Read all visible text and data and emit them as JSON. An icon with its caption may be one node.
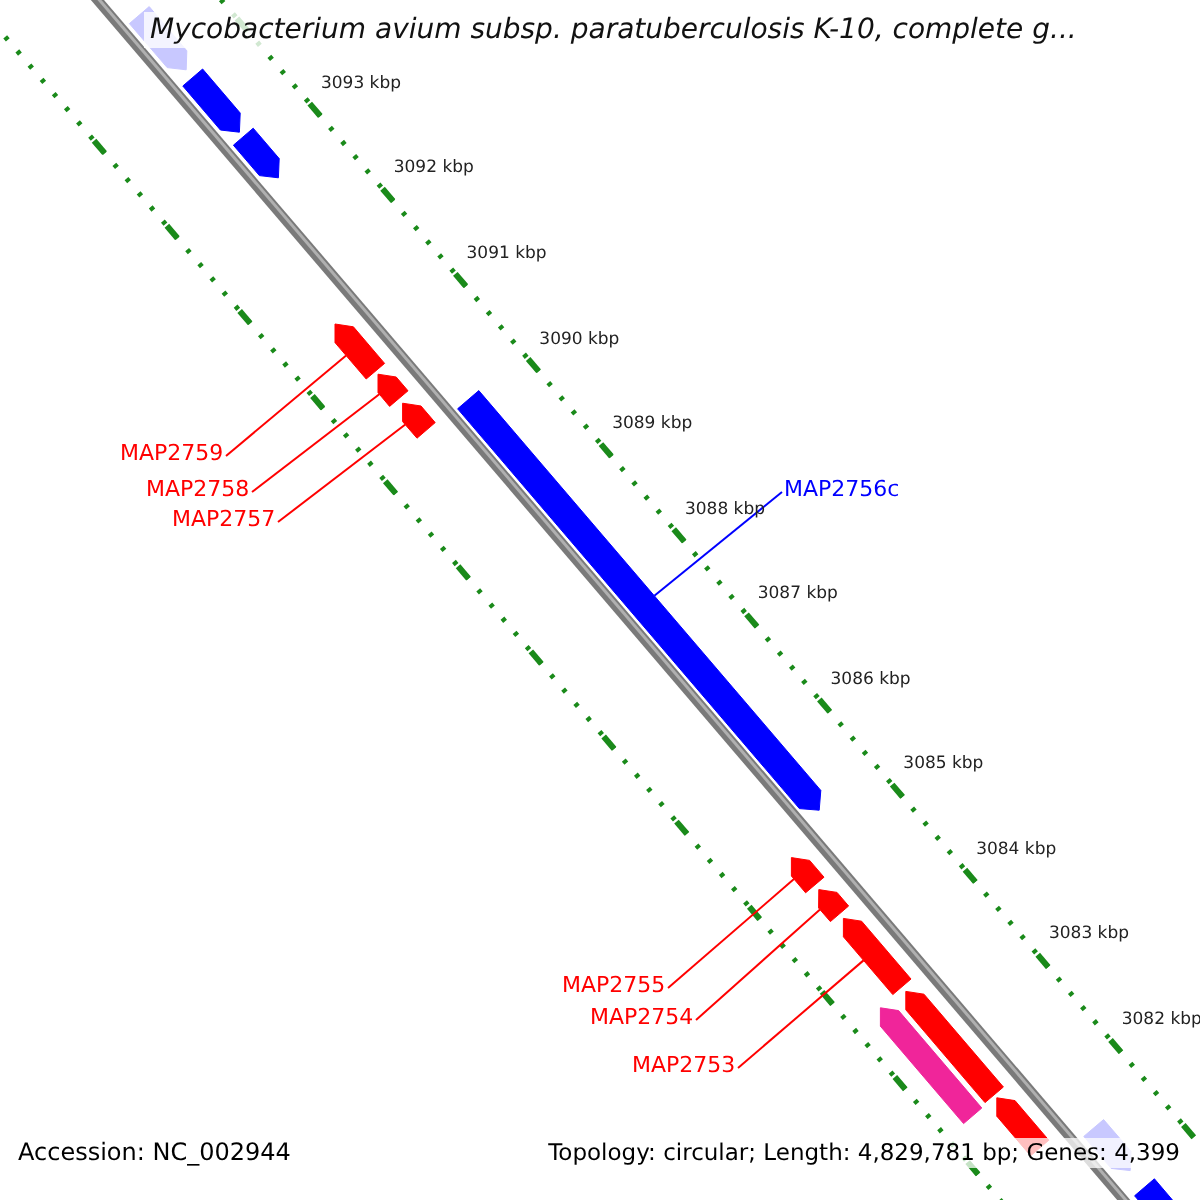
{
  "diagram": {
    "title": "Mycobacterium avium subsp. paratuberculosis K-10, complete g...",
    "nodes": [
      {
        "text": [
          "MAP2759"
        ]
      },
      {
        "text": [
          "MAP2758"
        ]
      },
      {
        "text": [
          "MAP2757"
        ]
      },
      {
        "text": [
          "MAP2756c"
        ]
      },
      {
        "text": [
          "MAP2755"
        ]
      },
      {
        "text": [
          "MAP2754"
        ]
      },
      {
        "text": [
          "MAP2753"
        ]
      },
      {
        "text": [],
        "shape": "box"
      },
      {
        "text": [],
        "shape": "box"
      },
      {
        "text": [],
        "shape": "box"
      },
      {
        "text": [],
        "shape": "box"
      },
      {
        "text": [],
        "shape": "box"
      },
      {
        "text": [],
        "shape": "box"
      },
      {
        "text": [],
        "shape": "box"
      },
      {
        "text": [],
        "shape": "box"
      },
      {
        "text": [],
        "shape": "box"
      },
      {
        "text": [],
        "shape": "box"
      },
      {
        "text": [],
        "shape": "box"
      },
      {
        "text": [],
        "shape": "box"
      },
      {
        "text": [],
        "shape": "box"
      },
      {
        "text": [],
        "shape": "box"
      },
      {
        "text": [],
        "shape": "box"
      }
    ],
    "edges": [
      {
        "from": 0,
        "to": 10,
        "arrow": "none"
      },
      {
        "from": 1,
        "to": 11,
        "arrow": "none"
      },
      {
        "from": 2,
        "to": 12,
        "arrow": "none"
      },
      {
        "from": 3,
        "to": 13,
        "arrow": "none",
        "color": "#0000ff"
      },
      {
        "from": 4,
        "to": 14,
        "arrow": "none"
      },
      {
        "from": 5,
        "to": 15,
        "arrow": "none"
      },
      {
        "from": 6,
        "to": 16,
        "arrow": "none"
      }
    ],
    "labels": [
      "3093 kbp",
      "3092 kbp",
      "3091 kbp",
      "3090 kbp",
      "3089 kbp",
      "3088 kbp",
      "3087 kbp",
      "3086 kbp",
      "3085 kbp",
      "3084 kbp",
      "3083 kbp",
      "3082 kbp",
      "Accession: NC_002944",
      "Topology: circular; Length: 4,829,781 bp; Genes: 4,399"
    ]
  }
}
